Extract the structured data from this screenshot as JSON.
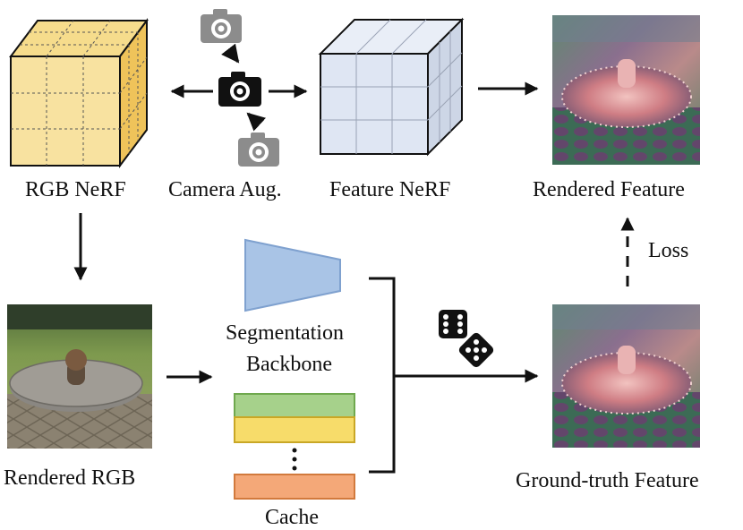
{
  "labels": {
    "rgb_nerf": "RGB NeRF",
    "camera_aug": "Camera Aug.",
    "feature_nerf": "Feature NeRF",
    "rendered_feature": "Rendered Feature",
    "loss": "Loss",
    "rendered_rgb": "Rendered RGB",
    "segmentation_line1": "Segmentation",
    "segmentation_line2": "Backbone",
    "cache": "Cache",
    "ground_truth_feature": "Ground-truth Feature"
  },
  "colors": {
    "rgb_cube": "#f3cf6b",
    "feature_cube": "#dde6f3",
    "backbone": "#a9c4e6",
    "cache_green": "#a6d18b",
    "cache_yellow": "#f7dc6a",
    "cache_orange": "#f4a878",
    "camera_gray": "#8c8c8c",
    "camera_black": "#111111"
  },
  "icons": [
    "camera-icon",
    "dice-icon"
  ]
}
